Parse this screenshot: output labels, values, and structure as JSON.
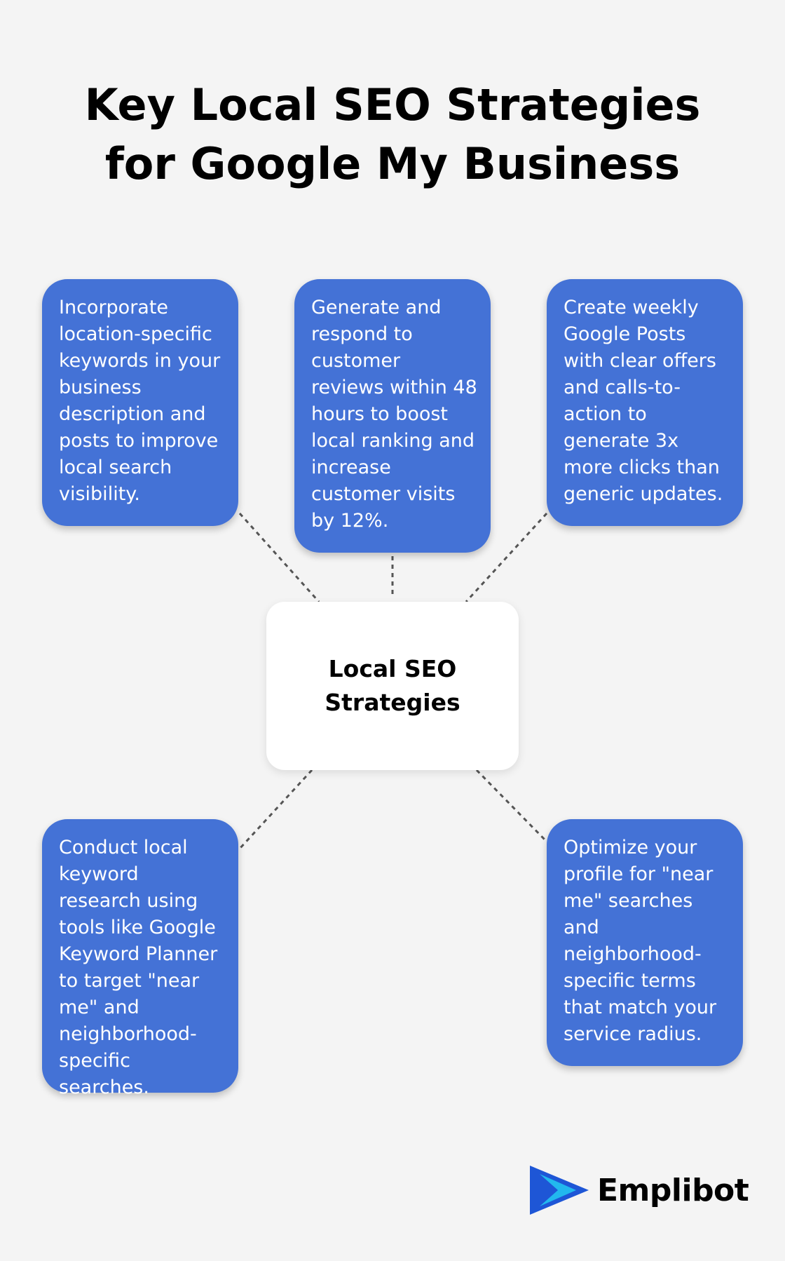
{
  "title": "Key Local SEO Strategies for Google My Business",
  "center": {
    "label": "Local SEO Strategies"
  },
  "strategies": [
    {
      "text": "Incorporate location-specific keywords in your business description and posts to improve local search visibility."
    },
    {
      "text": "Generate and respond to customer reviews within 48 hours to boost local ranking and increase customer visits by 12%."
    },
    {
      "text": "Create weekly Google Posts with clear offers and calls-to-action to generate 3x more clicks than generic updates."
    },
    {
      "text": "Conduct local keyword research using tools like Google Keyword Planner to target \"near me\" and neighborhood-specific searches."
    },
    {
      "text": "Optimize your profile for \"near me\" searches and neighborhood-specific terms that match your service radius."
    }
  ],
  "brand": {
    "name": "Emplibot",
    "icon": "play-arrow-logo-icon"
  },
  "colors": {
    "background": "#f4f4f4",
    "card": "#4472d6",
    "card_text": "#ffffff",
    "center_box": "#ffffff",
    "connector": "#555555",
    "logo_blue": "#1e56d6",
    "logo_cyan": "#22b8ee"
  }
}
